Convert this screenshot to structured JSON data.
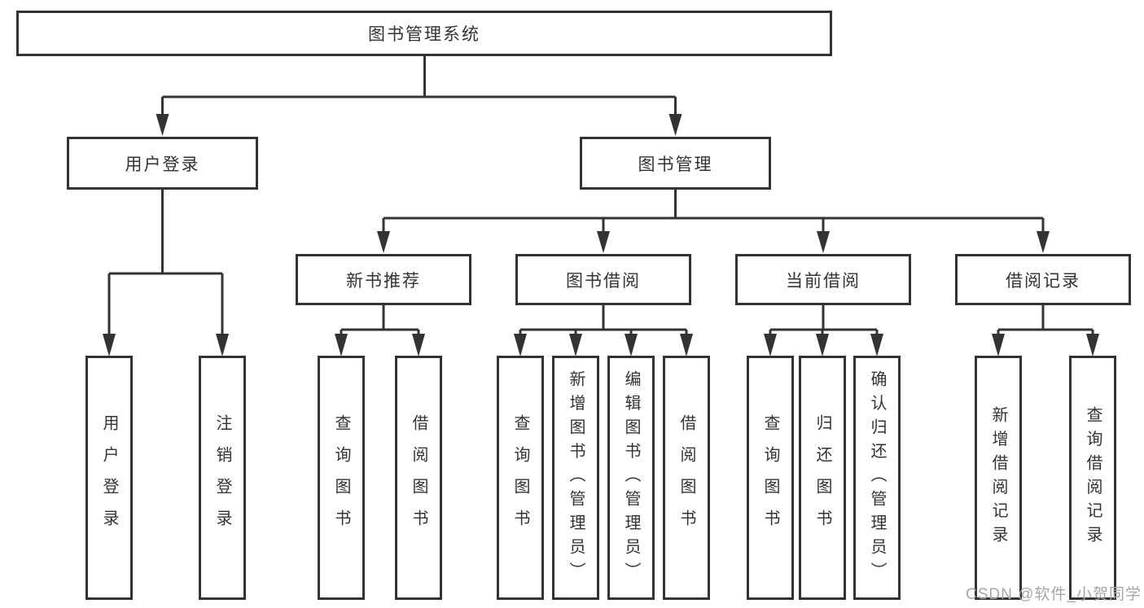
{
  "root": {
    "label": "图书管理系统"
  },
  "nodes": {
    "user_login": {
      "label": "用户登录",
      "children": [
        "用户登录",
        "注销登录"
      ]
    },
    "book_mgmt": {
      "label": "图书管理"
    },
    "new_book_rec": {
      "label": "新书推荐",
      "children": [
        "查询图书",
        "借阅图书"
      ]
    },
    "book_borrow": {
      "label": "图书借阅",
      "children": [
        "查询图书",
        "新增图书（管理员）",
        "编辑图书（管理员）",
        "借阅图书"
      ]
    },
    "current_borrow": {
      "label": "当前借阅",
      "children": [
        "查询图书",
        "归还图书",
        "确认归还（管理员）"
      ]
    },
    "borrow_records": {
      "label": "借阅记录",
      "children": [
        "新增借阅记录",
        "查询借阅记录"
      ]
    }
  },
  "watermark": {
    "text": "CSDN @软件_小贺同学"
  },
  "colors": {
    "line": "#333333",
    "box_border": "#333333",
    "text": "#333333",
    "background": "#ffffff",
    "watermark": "#a6a6a6"
  }
}
